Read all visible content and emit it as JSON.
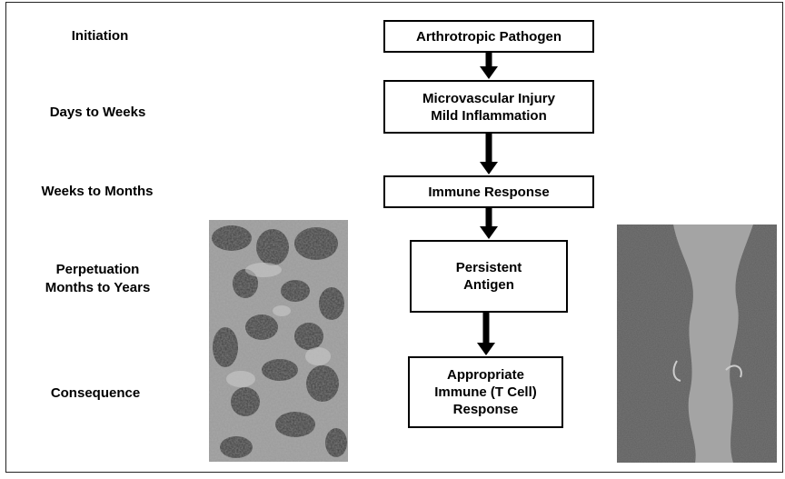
{
  "stages": [
    "Initiation",
    "Days to Weeks",
    "Weeks to Months",
    "Perpetuation\nMonths to Years",
    "Consequence"
  ],
  "flow": [
    "Arthrotropic Pathogen",
    "Microvascular Injury\nMild Inflammation",
    "Immune Response",
    "Persistent\nAntigen",
    "Appropriate\nImmune (T Cell)\nResponse"
  ],
  "images": {
    "left": "micrograph-cells",
    "right": "micrograph-tissue"
  }
}
